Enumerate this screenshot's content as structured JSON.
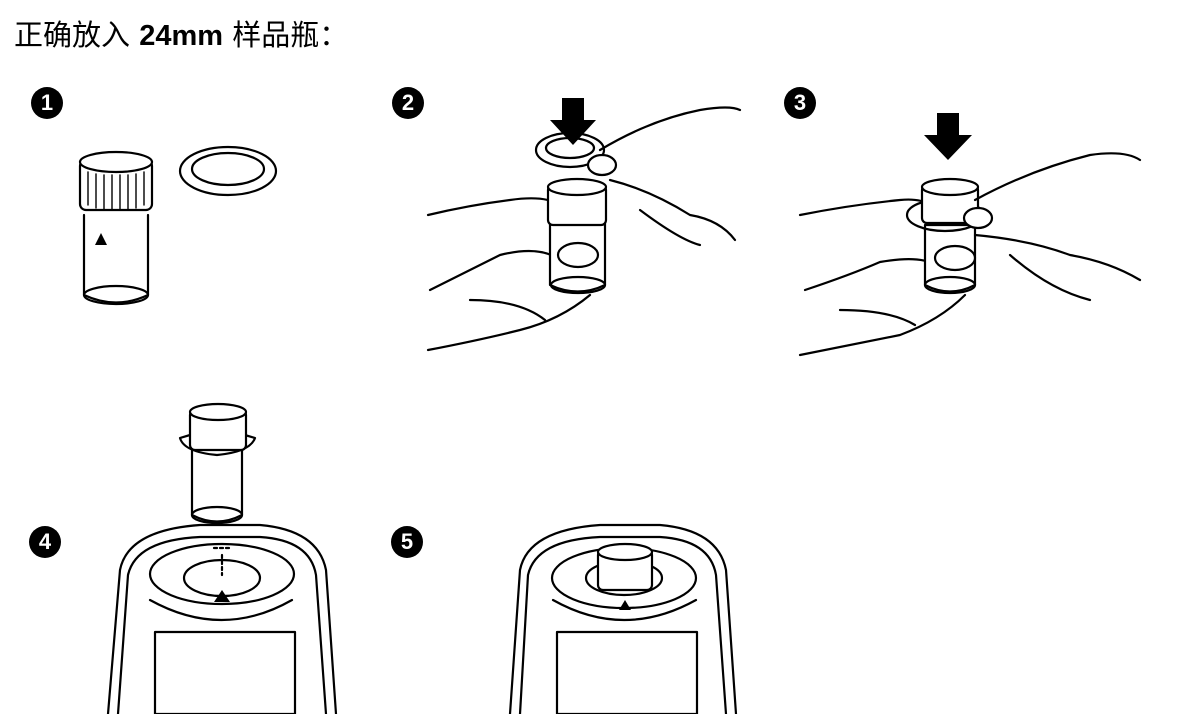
{
  "title": {
    "prefix": "正确放入 ",
    "size": "24mm",
    "suffix": " 样品瓶："
  },
  "steps": [
    {
      "number": "1"
    },
    {
      "number": "2"
    },
    {
      "number": "3"
    },
    {
      "number": "4"
    },
    {
      "number": "5"
    }
  ]
}
